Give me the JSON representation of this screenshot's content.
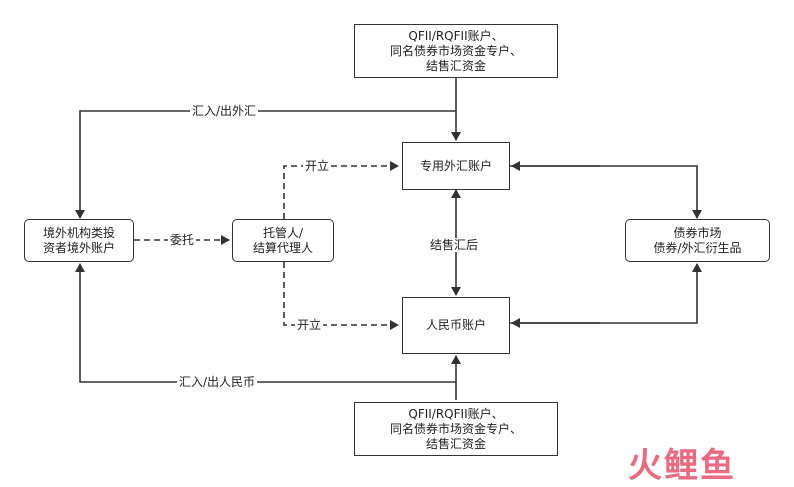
{
  "nodes": {
    "qfii_top": [
      "QFII/RQFII账户、",
      "同名债券市场资金专户、",
      "结售汇资金"
    ],
    "fx_account": "专用外汇账户",
    "rmb_account": "人民币账户",
    "overseas_investor": [
      "境外机构类投",
      "资者境外账户"
    ],
    "custodian": [
      "托管人/",
      "结算代理人"
    ],
    "bond_market": [
      "债券市场",
      "债券/外汇衍生品"
    ],
    "qfii_bottom": [
      "QFII/RQFII账户、",
      "同名债券市场资金专户、",
      "结售汇资金"
    ]
  },
  "edge_labels": {
    "remit_fx": "汇入/出外汇",
    "open_top": "开立",
    "entrust": "委托",
    "fx_settlement": "结售汇后",
    "open_bottom": "开立",
    "remit_rmb": "汇入/出人民币"
  },
  "watermark": "火鲤鱼",
  "colors": {
    "line": "#333333",
    "watermark": "#e8516a"
  }
}
